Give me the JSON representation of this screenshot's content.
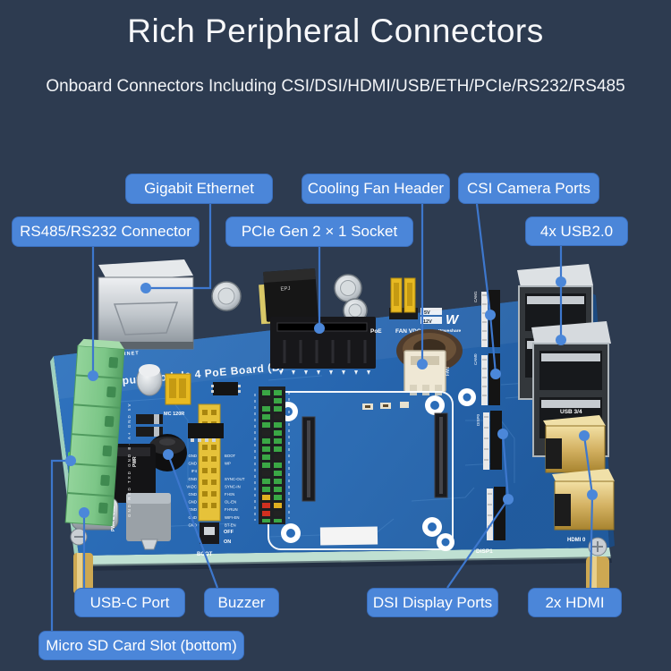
{
  "header": {
    "title": "Rich Peripheral Connectors",
    "subtitle": "Onboard Connectors Including CSI/DSI/HDMI/USB/ETH/PCIe/RS232/RS485"
  },
  "callouts": [
    {
      "id": "gigabit-ethernet",
      "label": "Gigabit Ethernet"
    },
    {
      "id": "cooling-fan-header",
      "label": "Cooling Fan Header"
    },
    {
      "id": "csi-camera-ports",
      "label": "CSI Camera Ports"
    },
    {
      "id": "rs485-rs232-connector",
      "label": "RS485/RS232 Connector"
    },
    {
      "id": "pcie-socket",
      "label": "PCIe Gen 2 × 1 Socket"
    },
    {
      "id": "usb2",
      "label": "4x USB2.0"
    },
    {
      "id": "usb-c-port",
      "label": "USB-C Port"
    },
    {
      "id": "buzzer",
      "label": "Buzzer"
    },
    {
      "id": "dsi-display-ports",
      "label": "DSI Display Ports"
    },
    {
      "id": "hdmi",
      "label": "2x HDMI"
    },
    {
      "id": "micro-sd",
      "label": "Micro SD Card Slot (bottom)"
    }
  ],
  "board": {
    "silkscreen": {
      "title": "Compute Module 4 PoE Board (B)",
      "ethernet": "ETHERNET",
      "poe": "PoE",
      "fan_vdc": "FAN VDC",
      "v5": "5V",
      "v12": "12V",
      "brand": "Waveshare",
      "brand_w": "W",
      "transformer": "EPJ",
      "fan": "FAN",
      "cam1": "CAM1",
      "cam0": "CAM0",
      "disp0": "DISP0",
      "disp1": "DISP1",
      "usb34": "USB 3/4",
      "hdmi0": "HDMI 0",
      "boot": "BOOT",
      "off": "OFF",
      "on": "ON",
      "pwr": "PWR",
      "pwr_usb": "PWR & USB",
      "mc120r": "MC 120R",
      "terminal_pins": "GND RXD TXD GND B- A+ GND 5V"
    },
    "gpio_rows": [
      [
        "GND",
        "BOOT"
      ],
      [
        "GND",
        "WP"
      ],
      [
        "IF4",
        ""
      ],
      [
        "GND",
        "SYNC-OUT"
      ],
      [
        "VADC",
        "SYNC-IN"
      ],
      [
        "GND",
        "FI-EN"
      ],
      [
        "GND",
        "OL-EN"
      ],
      [
        "GND",
        "FI-RUN"
      ],
      [
        "GND",
        "WIFI-EN"
      ],
      [
        "GND",
        "BT-EN"
      ]
    ]
  },
  "colors": {
    "bg": "#2d3b50",
    "label_bg": "#4b86d9",
    "label_text": "#ffffff",
    "line_blue": "#3d77cd",
    "board_blue": "#2a6cb8",
    "board_edge": "#bfe0d2",
    "silkscreen": "#ffffff",
    "gold": "#c9a84c",
    "terminal_green": "#7cc687"
  }
}
